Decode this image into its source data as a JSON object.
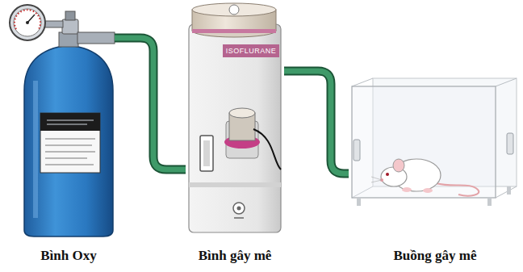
{
  "diagram": {
    "nodes": [
      {
        "text": [
          "Bình Oxy"
        ]
      },
      {
        "text": [
          "ISOFLURANE",
          "Bình gây mê"
        ]
      },
      {
        "text": [
          "Buồng gây mê"
        ]
      }
    ],
    "edges": [
      {
        "from": 0,
        "to": 1,
        "arrow": "none"
      },
      {
        "from": 1,
        "to": 2,
        "arrow": "none"
      }
    ]
  }
}
